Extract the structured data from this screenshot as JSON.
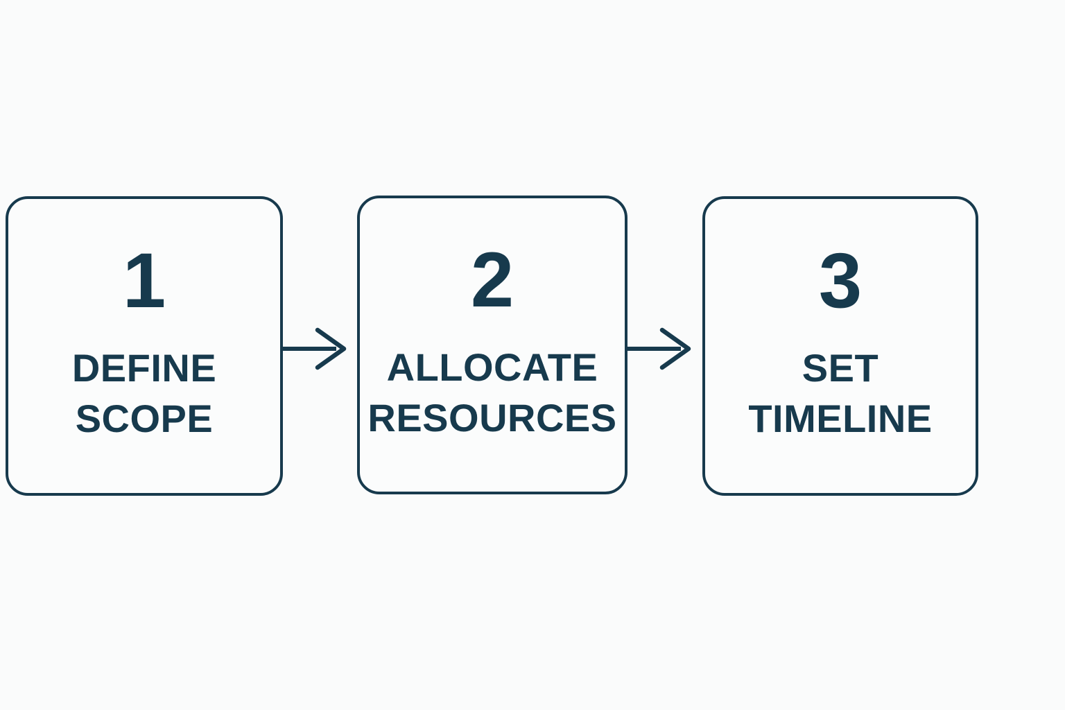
{
  "diagram": {
    "type": "process-flow",
    "direction": "left-to-right",
    "colors": {
      "stroke": "#173a4d",
      "background": "#fafbfb",
      "box_fill": "#fbfcfc"
    },
    "steps": [
      {
        "number": "1",
        "line1": "DEFINE",
        "line2": "SCOPE",
        "label": "DEFINE SCOPE"
      },
      {
        "number": "2",
        "line1": "ALLOCATE",
        "line2": "RESOURCES",
        "label": "ALLOCATE RESOURCES"
      },
      {
        "number": "3",
        "line1": "SET",
        "line2": "TIMELINE",
        "label": "SET TIMELINE"
      }
    ],
    "connectors": [
      {
        "icon": "arrow-right-icon",
        "from": "1",
        "to": "2"
      },
      {
        "icon": "arrow-right-icon",
        "from": "2",
        "to": "3"
      }
    ]
  }
}
